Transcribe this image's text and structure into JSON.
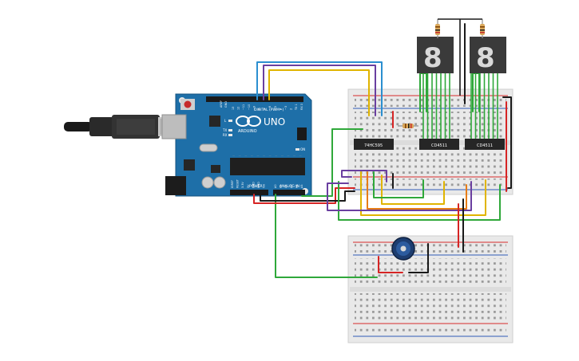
{
  "arduino": {
    "brand": "UNO",
    "logo_text": "ARDUINO",
    "digital_header": "DIGITAL (PWM~)",
    "power_header": "POWER",
    "analog_header": "ANALOG IN",
    "aref": "AREF",
    "gnd": "GND",
    "tx": "TX",
    "rx": "RX",
    "l_led": "L",
    "on_led": "ON",
    "digital_pins": [
      "13",
      "12",
      "~11",
      "~10",
      "~9",
      "8",
      "7",
      "~6",
      "~5",
      "4",
      "~3",
      "2",
      "TX 1",
      "RX 0"
    ],
    "power_pins": [
      "IOREF",
      "RESET",
      "3.3V",
      "5V",
      "GND",
      "GND",
      "Vin"
    ],
    "analog_pins": [
      "A0",
      "A1",
      "A2",
      "A3",
      "A4",
      "A5"
    ]
  },
  "chips": {
    "shift_register": "74HC595",
    "decoder_left": "CD4511",
    "decoder_right": "CD4511"
  },
  "displays": {
    "left_digit": "8",
    "right_digit": "8"
  },
  "colors": {
    "board": "#1e6fa8",
    "board_dark": "#15537f",
    "breadboard": "#e9e9e9",
    "rail_red": "#d62c2c",
    "rail_blue": "#2f5bb7",
    "wire_red": "#d62424",
    "wire_black": "#1a1a1a",
    "wire_green": "#2fa83a",
    "wire_yellow": "#e0b400",
    "wire_purple": "#6a3fa0",
    "wire_blue": "#2b8fd0",
    "wire_orange": "#e77d16",
    "chip": "#262626",
    "seg_display": "#3a3a3a",
    "seg_lit": "#d9d9d9"
  }
}
